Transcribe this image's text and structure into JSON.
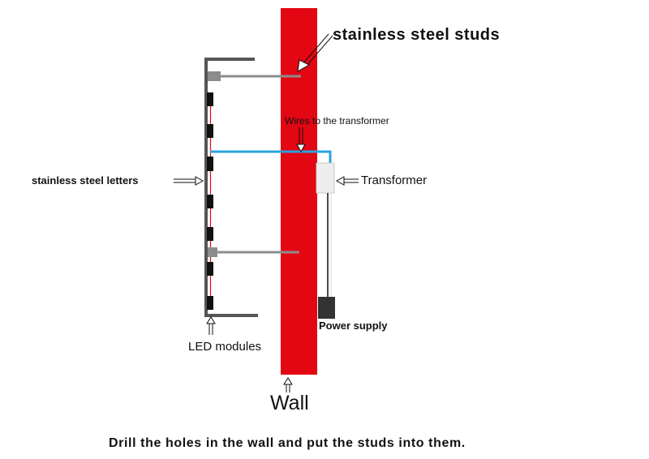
{
  "labels": {
    "studs": "stainless steel studs",
    "wires": "Wires to the transformer",
    "letters": "stainless steel letters",
    "transformer": "Transformer",
    "power_supply": "Power supply",
    "led_modules": "LED modules",
    "wall": "Wall",
    "caption": "Drill the holes in the wall and put the studs into them."
  },
  "colors": {
    "wall": "#e30613",
    "wire": "#2aa4dd",
    "letter_frame": "#555555",
    "stud": "#8c8c8c",
    "led": "#111111",
    "led_wire": "#e30613",
    "power_supply": "#333333",
    "transformer": "#ededed"
  }
}
